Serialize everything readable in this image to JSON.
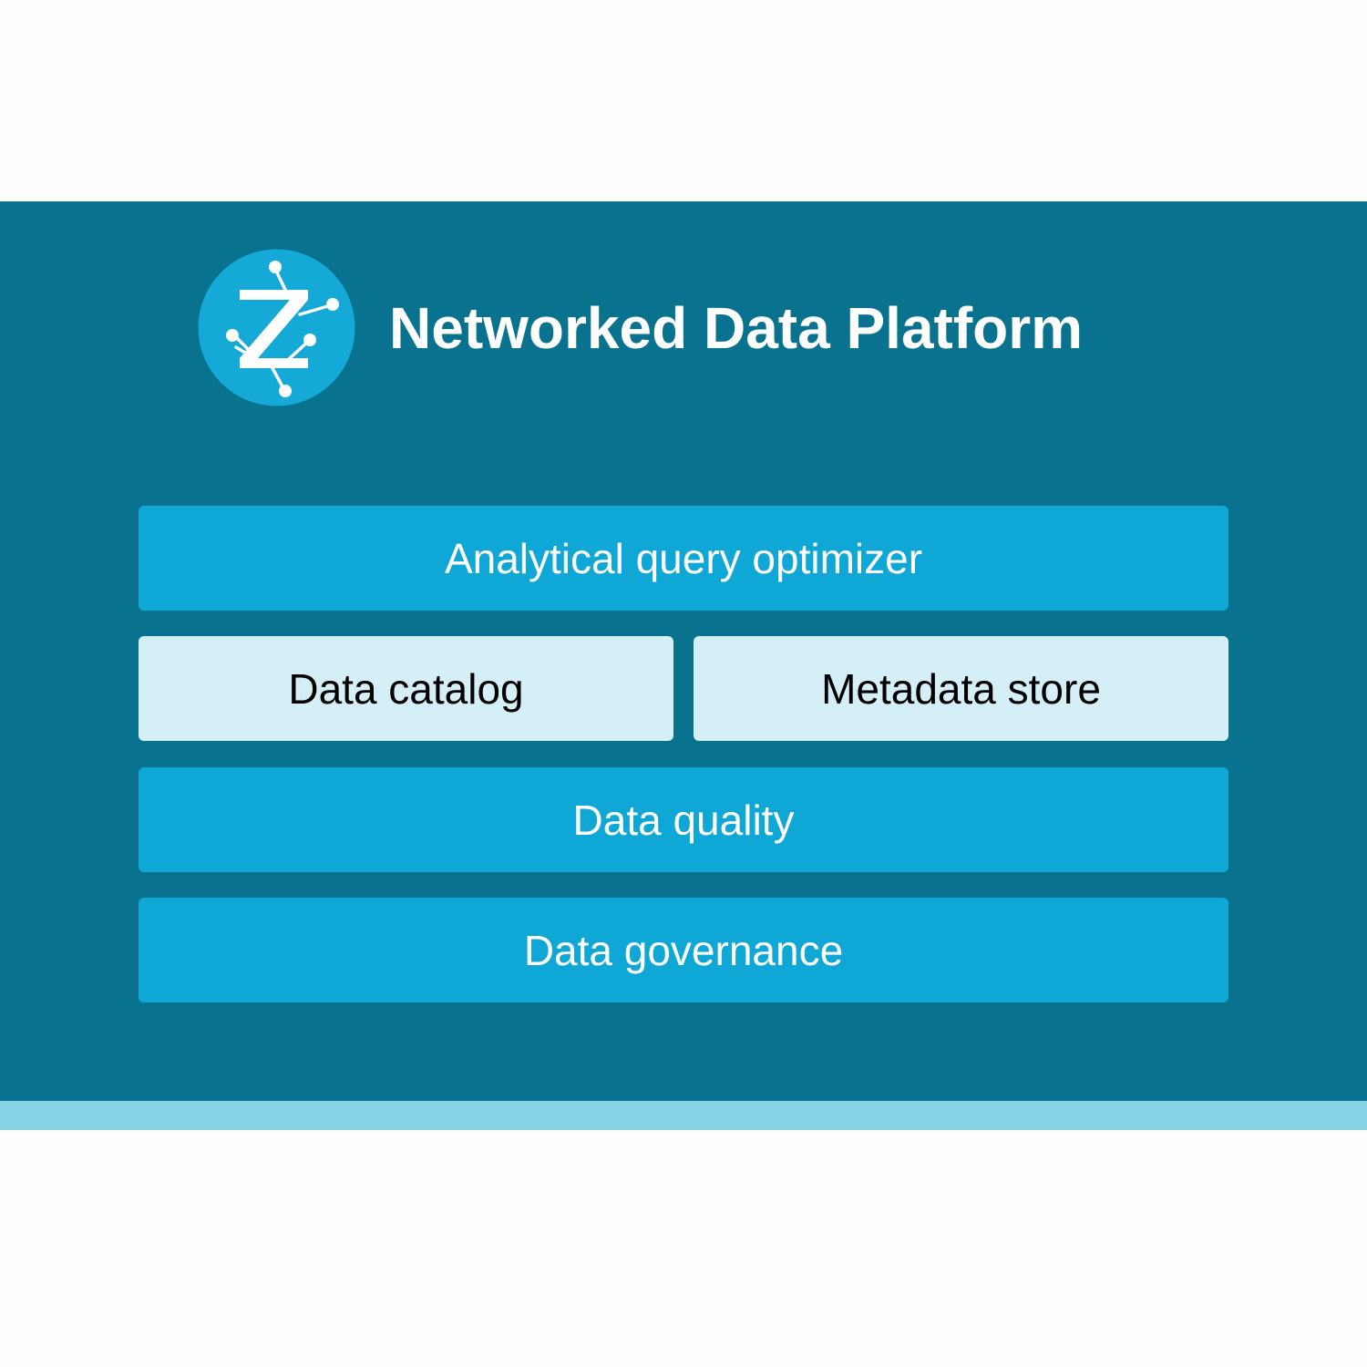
{
  "header": {
    "logo_icon": "z-network-logo-icon",
    "title": "Networked Data Platform"
  },
  "colors": {
    "panel": "#08728f",
    "accent_bar": "#87d3e6",
    "block_dark": "#0fa7d5",
    "block_light": "#d5eff7",
    "logo_circle": "#14a9d6"
  },
  "layers": {
    "optimizer": "Analytical query optimizer",
    "catalog": "Data catalog",
    "metadata": "Metadata store",
    "quality": "Data quality",
    "governance": "Data governance"
  }
}
